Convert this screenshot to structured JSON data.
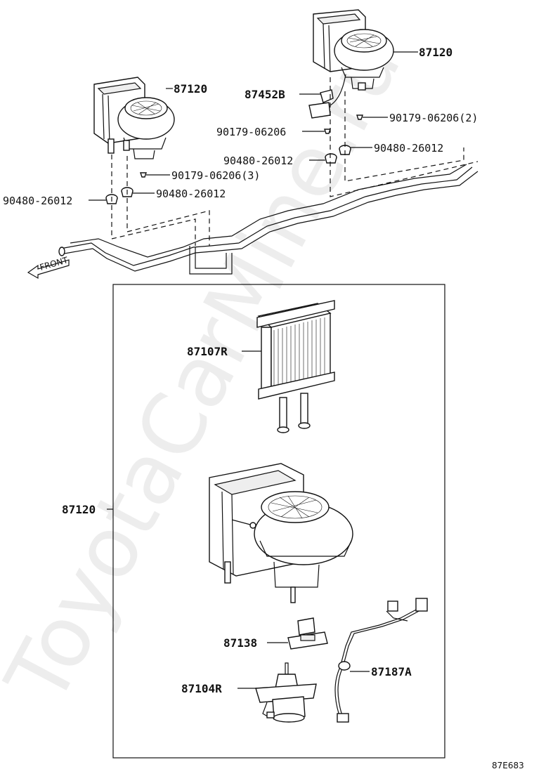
{
  "watermark": "ToyotaCarMine.ru",
  "front_label": "FRONT",
  "diagram_code": "87E683",
  "callouts": {
    "unit_right": "87120",
    "unit_left": "87120",
    "bracket": "87452B",
    "bolt_right": "90179-06206(2)",
    "bolt_mid": "90179-06206",
    "bolt_left": "90179-06206(3)",
    "grommet_right": "90480-26012",
    "grommet_mid": "90480-26012",
    "grommet_left_a": "90480-26012",
    "grommet_left_b": "90480-26012",
    "heater_core": "87107R",
    "assembly": "87120",
    "resistor": "87138",
    "motor": "87104R",
    "harness": "87187A"
  }
}
